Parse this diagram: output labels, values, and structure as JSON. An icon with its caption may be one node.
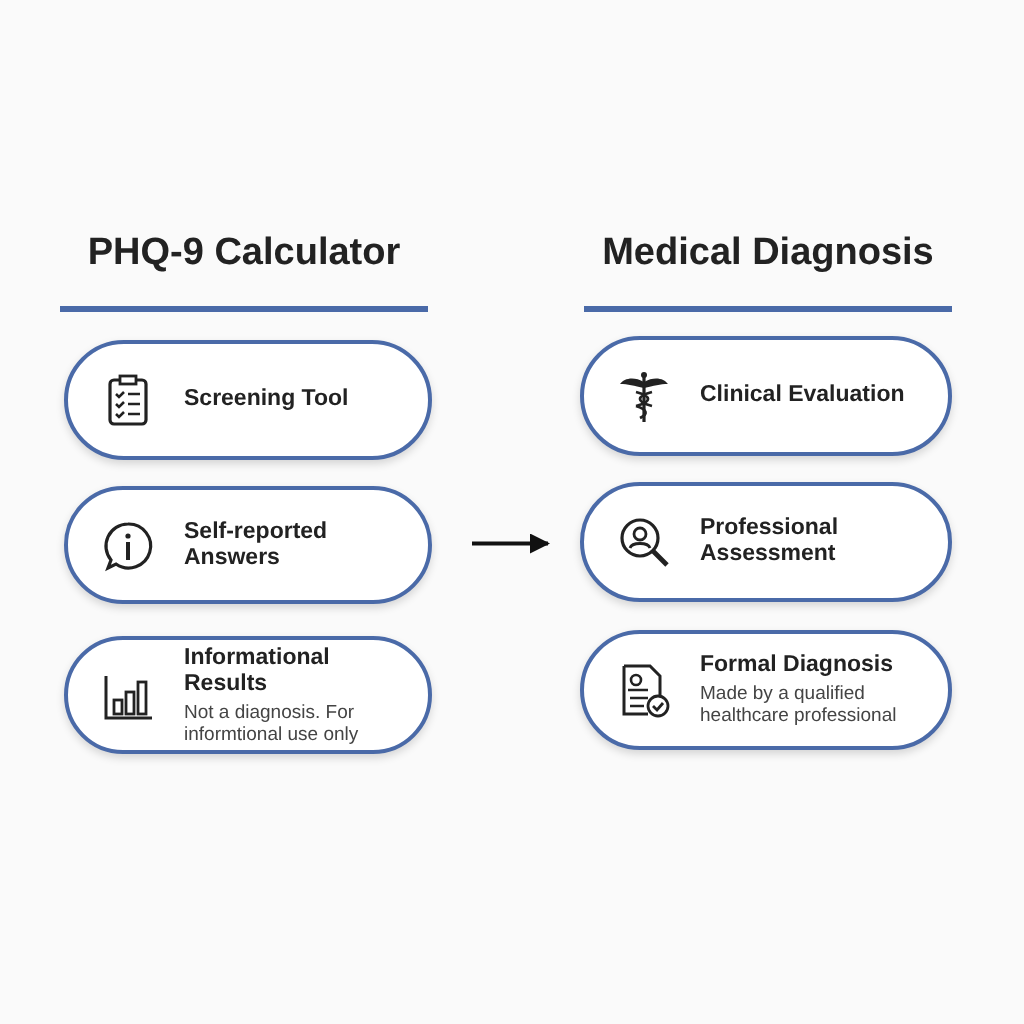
{
  "diagram": {
    "nodes": [
      {
        "text": [
          "Screening Tool"
        ]
      },
      {
        "text": [
          "Self-reported Answers"
        ]
      },
      {
        "text": [
          "Informational Results",
          "Not a diagnosis. For informtional use only"
        ]
      },
      {
        "text": [
          "Clinical Evaluation"
        ]
      },
      {
        "text": [
          "Professional Assessment"
        ]
      },
      {
        "text": [
          "Formal Diagnosis",
          "Made by a qualified healthcare professional"
        ]
      }
    ],
    "edges": [
      {
        "from": 1,
        "to": 4,
        "arrow": "to"
      }
    ],
    "labels": [
      "PHQ-9 Calculator",
      "Medical Diagnosis"
    ]
  }
}
